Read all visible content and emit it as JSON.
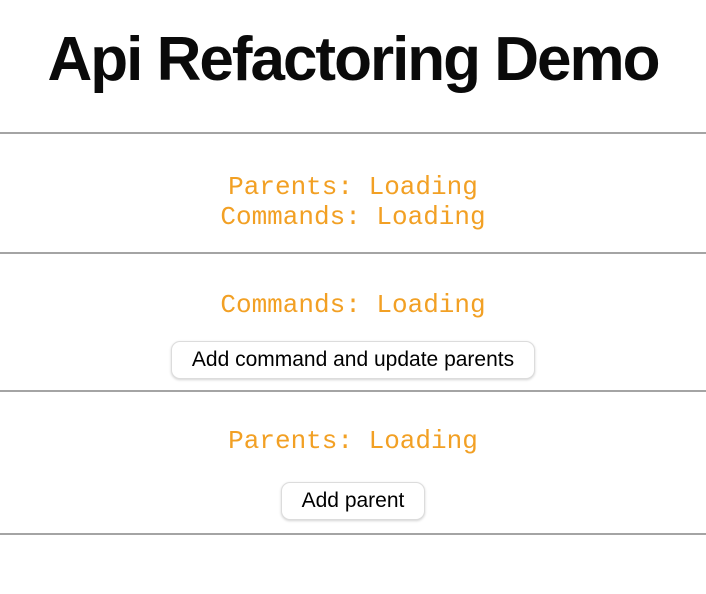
{
  "page": {
    "title": "Api Refactoring Demo",
    "background": "#ffffff"
  },
  "colors": {
    "accent_orange": "#f2a024",
    "divider_gray": "#a4a4a4",
    "button_border": "#dcdcdc",
    "button_background": "#ffffff",
    "title_text": "#0a0a0a"
  },
  "sections": [
    {
      "name": "combined-status",
      "lines": [
        "Parents: Loading",
        "Commands: Loading"
      ]
    },
    {
      "name": "commands",
      "status": "Commands: Loading",
      "button_label": "Add command and update parents"
    },
    {
      "name": "parents",
      "status": "Parents: Loading",
      "button_label": "Add parent"
    }
  ]
}
